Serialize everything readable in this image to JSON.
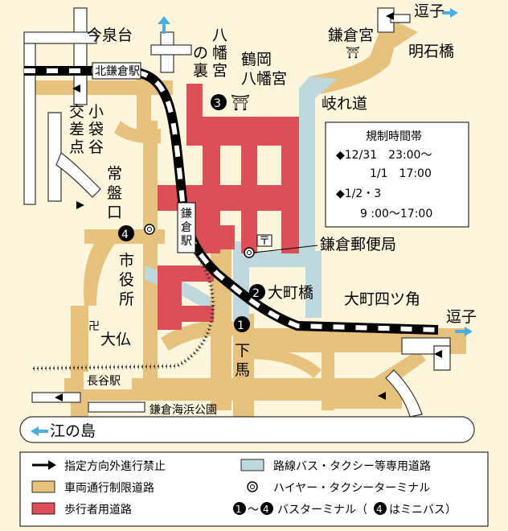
{
  "colors": {
    "background": "#fdf5dc",
    "restricted_road": "#e6c27e",
    "pedestrian_road": "#dc4f57",
    "bus_taxi_road": "#bfd8de",
    "white_road": "#ffffff",
    "arrow_cyan": "#4aaee0",
    "rail_black": "#000000"
  },
  "places": {
    "imaizumidai": "今泉台",
    "kitakamakura_station": "北鎌倉駅",
    "hachimangu_no_ura": [
      "八",
      "幡",
      "宮",
      "の",
      "裏"
    ],
    "tsurugaoka_line1": "鶴岡",
    "tsurugaoka_line2": "八幡宮",
    "kamakuragu": "鎌倉宮",
    "shrine_mark": "⛩",
    "meisekibashi": "明石橋",
    "zushi_top": "逗子",
    "wakaremichi": "岐れ道",
    "kobukuro": [
      "小",
      "袋",
      "谷"
    ],
    "kosaten": [
      "交",
      "差",
      "点"
    ],
    "tokiwaguchi": [
      "常",
      "盤",
      "口"
    ],
    "shiyakusho": [
      "市",
      "役",
      "所"
    ],
    "kamakura_station": [
      "鎌",
      "倉",
      "駅"
    ],
    "post_office": "鎌倉郵便局",
    "post_mark": "〒",
    "omachibashi": "大町橋",
    "omachi_yotsukado": "大町四ツ角",
    "zushi_right": "逗子",
    "daibutsu_mark": "卍",
    "daibutsu": "大仏",
    "geba": [
      "下",
      "馬"
    ],
    "hase_station": "長谷駅",
    "kaihin_park": "鎌倉海浜公園",
    "enoshima": "江の島"
  },
  "terminals": {
    "t1": "1",
    "t2": "2",
    "t3": "3",
    "t4": "4"
  },
  "schedule": {
    "title": "規制時間帯",
    "line1": "◆12/31　23:00〜",
    "line2": "1/1　17:00",
    "line3": "◆1/2・3",
    "line4": "9 :00〜17:00"
  },
  "legend": {
    "no_entry": "指定方向外進行禁止",
    "bus_taxi": "路線バス・タクシー等専用道路",
    "restricted": "車両通行制限道路",
    "hire_taxi": "ハイヤー・タクシーターミナル",
    "pedestrian": "歩行者用道路",
    "bus_terminal_range": "〜",
    "bus_terminal_label": "バスターミナル（",
    "bus_terminal_note": "はミニバス）"
  }
}
